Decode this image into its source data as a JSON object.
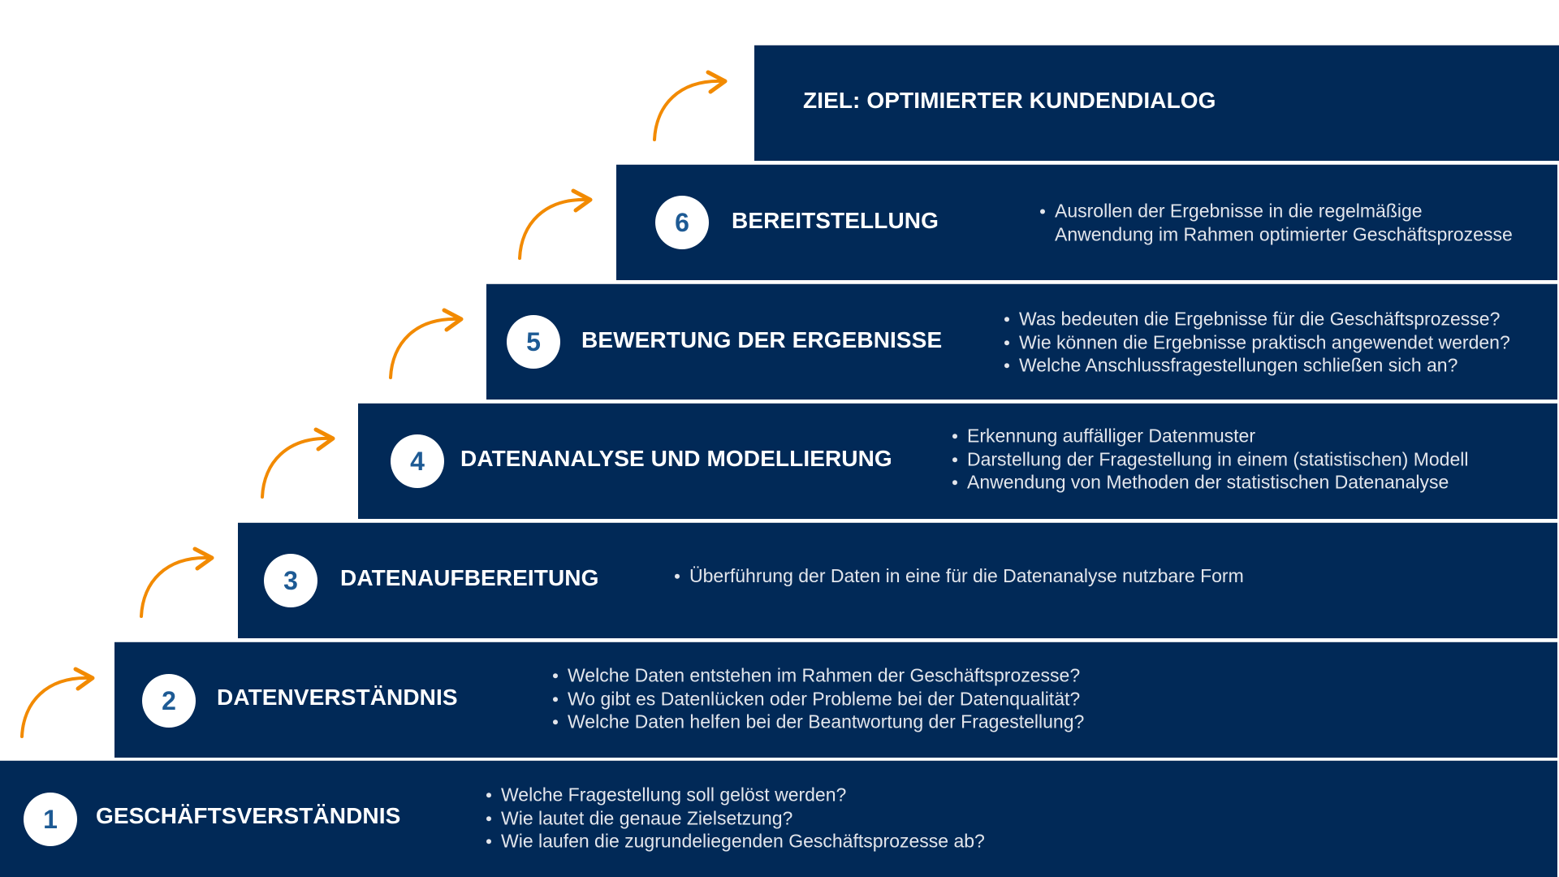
{
  "colors": {
    "step_background": "#012957",
    "circle_background": "#ffffff",
    "number_color": "#1d5a94",
    "title_color": "#ffffff",
    "bullet_color": "#e3e6ec",
    "arrow_color": "#f28a00"
  },
  "goal": {
    "title": "ZIEL: OPTIMIERTER KUNDENDIALOG"
  },
  "steps": [
    {
      "number": "1",
      "title": "GESCHÄFTSVERSTÄNDNIS",
      "bullets": [
        "Welche Fragestellung soll gelöst werden?",
        "Wie lautet die genaue Zielsetzung?",
        "Wie laufen die zugrundeliegenden Geschäftsprozesse ab?"
      ]
    },
    {
      "number": "2",
      "title": "DATENVERSTÄNDNIS",
      "bullets": [
        "Welche Daten entstehen im Rahmen der Geschäftsprozesse?",
        "Wo gibt es Datenlücken oder Probleme bei der Datenqualität?",
        "Welche Daten helfen bei der Beantwortung der Fragestellung?"
      ]
    },
    {
      "number": "3",
      "title": "DATENAUFBEREITUNG",
      "bullets": [
        "Überführung der Daten in eine für die Datenanalyse nutzbare Form"
      ]
    },
    {
      "number": "4",
      "title": "DATENANALYSE UND MODELLIERUNG",
      "bullets": [
        "Erkennung auffälliger Datenmuster",
        "Darstellung der Fragestellung in einem (statistischen) Modell",
        "Anwendung von Methoden der statistischen Datenanalyse"
      ]
    },
    {
      "number": "5",
      "title": "BEWERTUNG DER ERGEBNISSE",
      "bullets": [
        "Was bedeuten die Ergebnisse für die Geschäftsprozesse?",
        "Wie können die Ergebnisse praktisch angewendet werden?",
        "Welche Anschlussfragestellungen schließen sich an?"
      ]
    },
    {
      "number": "6",
      "title": "BEREITSTELLUNG",
      "bullets": [
        "Ausrollen der Ergebnisse in die regelmäßige",
        "Anwendung im Rahmen optimierter Geschäftsprozesse"
      ]
    }
  ]
}
